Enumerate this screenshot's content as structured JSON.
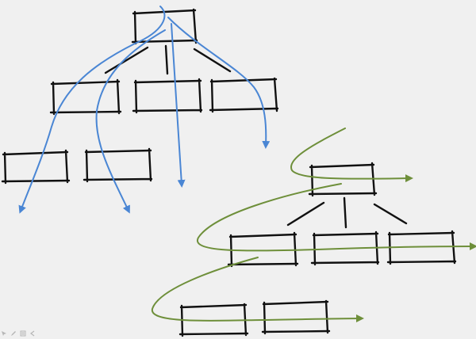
{
  "colors": {
    "background": "#f0f0f0",
    "node_stroke": "#111111",
    "bfs_arrow": "#4a86d4",
    "dfs_arrow": "#6e8f3a"
  },
  "trees": [
    {
      "name": "tree-blue",
      "arrow_color_key": "bfs_arrow",
      "levels": [
        1,
        3,
        2
      ]
    },
    {
      "name": "tree-green",
      "arrow_color_key": "dfs_arrow",
      "levels": [
        1,
        3,
        2
      ]
    }
  ],
  "toolbar": {
    "icons": [
      "pointer-icon",
      "pen-icon",
      "menu-icon",
      "prev-slide-icon"
    ]
  }
}
